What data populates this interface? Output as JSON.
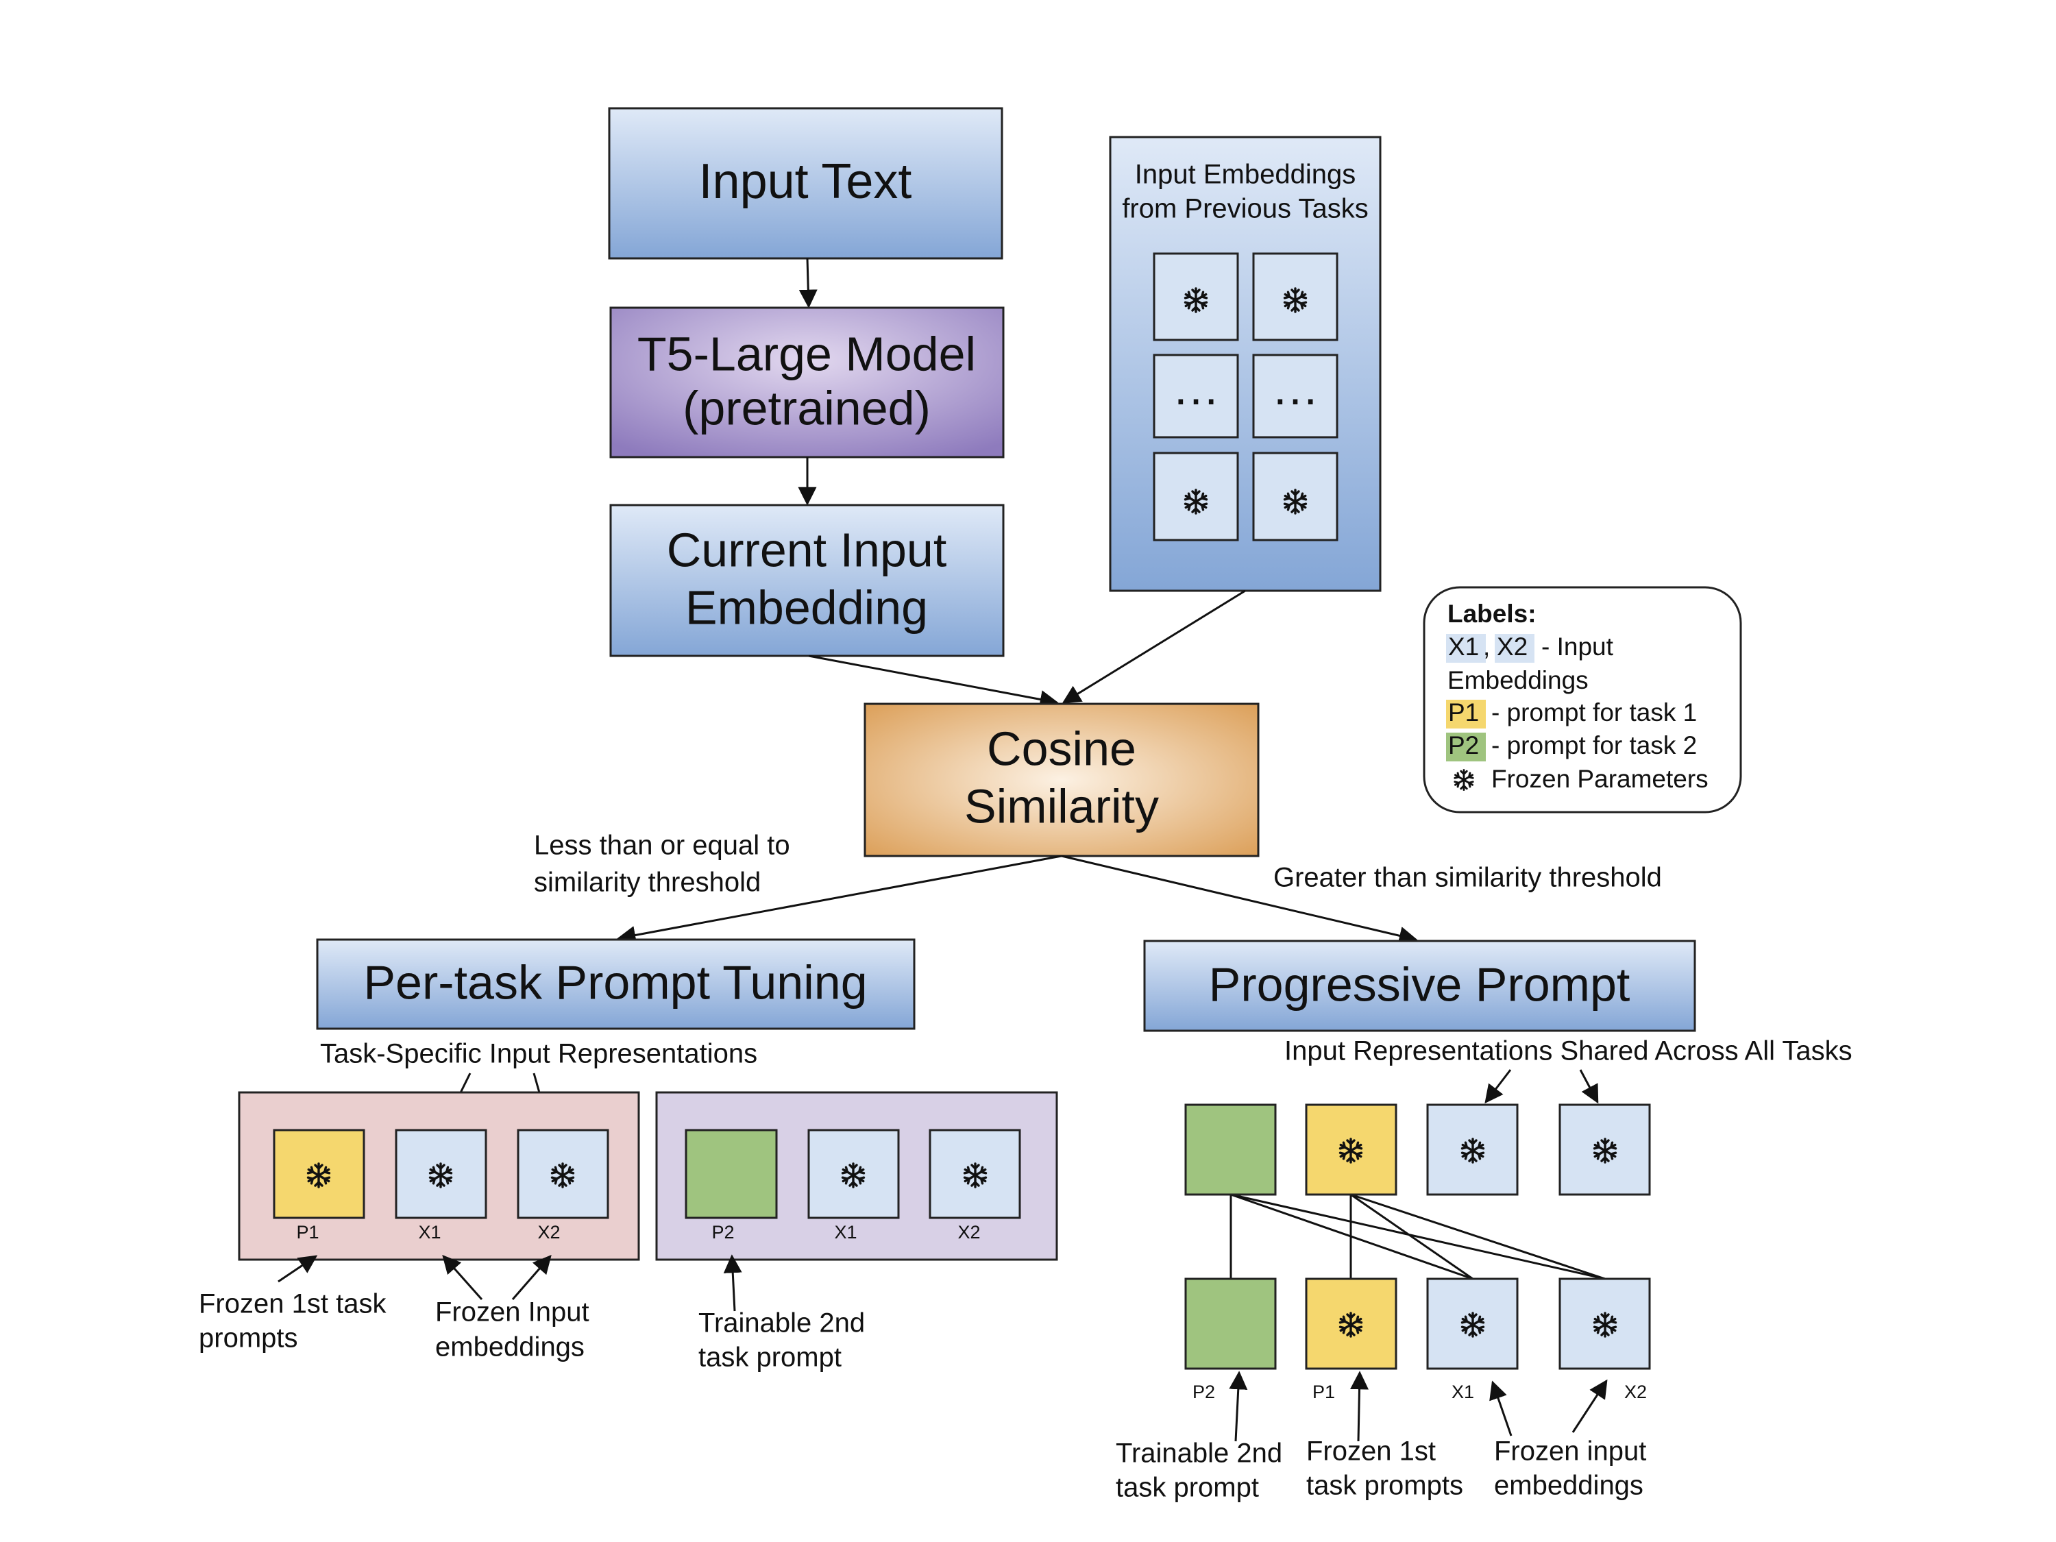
{
  "colors": {
    "blue_box_top": "#dbe6f6",
    "blue_box_bottom": "#86a8d8",
    "purple_center": "#ddd2ec",
    "purple_edge": "#8f7cbf",
    "orange_center": "#fbeedd",
    "orange_edge": "#dca15c",
    "input_embedding": "#d6e3f3",
    "prompt_task1": "#f5d76e",
    "prompt_task2": "#9fc47f",
    "pertask_group1_bg": "#eacfcf",
    "pertask_group2_bg": "#d8d0e6"
  },
  "flow": {
    "input_text": "Input Text",
    "model_line1": "T5-Large Model",
    "model_line2": "(pretrained)",
    "current_embedding_line1": "Current Input",
    "current_embedding_line2": "Embedding",
    "previous_embeddings_line1": "Input Embeddings",
    "previous_embeddings_line2": "from Previous Tasks",
    "ellipsis": "…",
    "cosine_line1": "Cosine",
    "cosine_line2": "Similarity",
    "branch_left_line1": "Less than or equal to",
    "branch_left_line2": "similarity threshold",
    "branch_right": "Greater than similarity threshold"
  },
  "legend": {
    "title": "Labels:",
    "x1": "X1",
    "comma": ",",
    "x2": "X2",
    "x_desc_line1": "- Input",
    "x_desc_line2": "Embeddings",
    "p1": "P1",
    "p1_desc": "- prompt for task 1",
    "p2": "P2",
    "p2_desc": "- prompt for task 2",
    "frozen_desc": "Frozen Parameters"
  },
  "per_task": {
    "title": "Per-task Prompt Tuning",
    "subtitle": "Task-Specific Input Representations",
    "group1": [
      "P1",
      "X1",
      "X2"
    ],
    "group2": [
      "P2",
      "X1",
      "X2"
    ],
    "note_frozen_prompts_line1": "Frozen 1st task",
    "note_frozen_prompts_line2": "prompts",
    "note_frozen_inputs_line1": "Frozen Input",
    "note_frozen_inputs_line2": "embeddings",
    "note_trainable_line1": "Trainable 2nd",
    "note_trainable_line2": "task prompt"
  },
  "progressive": {
    "title": "Progressive Prompt",
    "subtitle": "Input Representations Shared Across All Tasks",
    "bottom_labels": [
      "P2",
      "P1",
      "X1",
      "X2"
    ],
    "note_trainable_line1": "Trainable 2nd",
    "note_trainable_line2": "task prompt",
    "note_frozen_prompts_line1": "Frozen 1st",
    "note_frozen_prompts_line2": "task prompts",
    "note_frozen_inputs_line1": "Frozen input",
    "note_frozen_inputs_line2": "embeddings"
  },
  "icons": {
    "frozen": "snowflake-icon"
  }
}
